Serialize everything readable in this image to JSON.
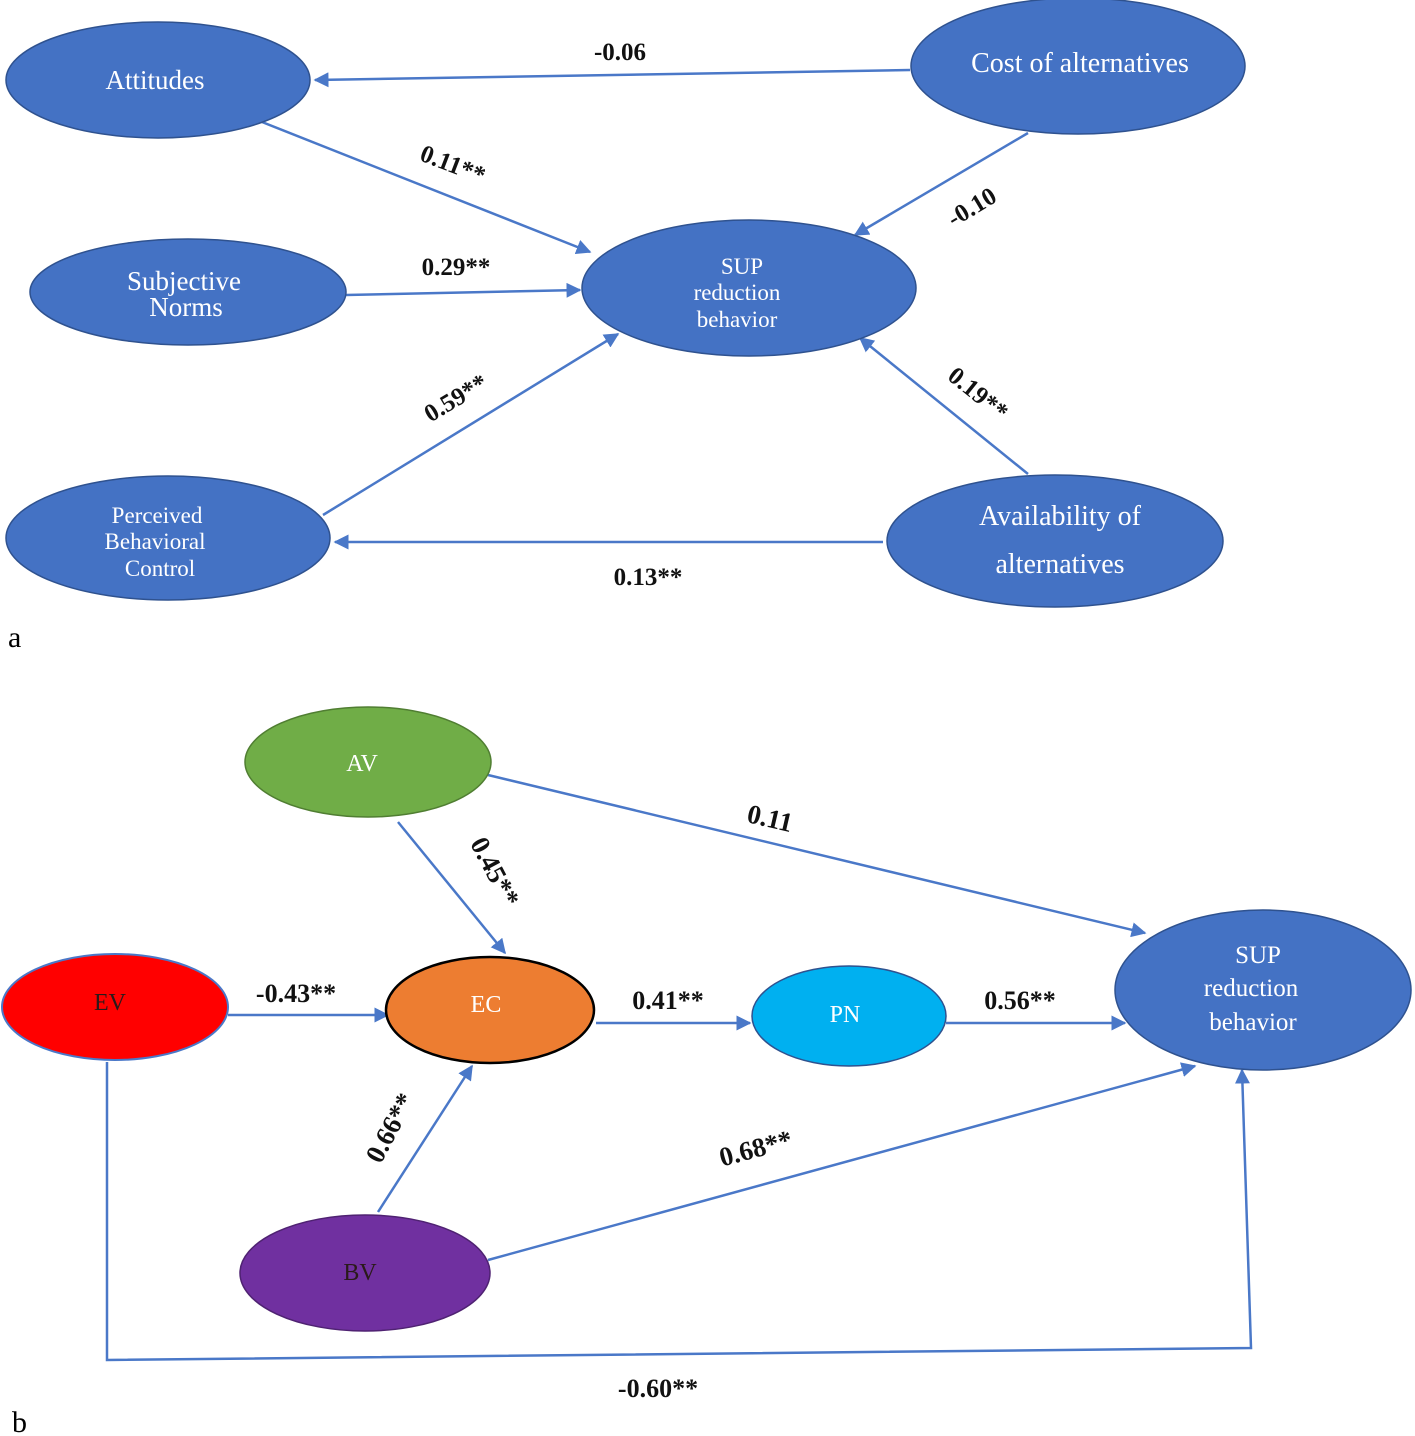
{
  "colors": {
    "node_blue": "#4472c4",
    "node_stroke": "#2f528f",
    "edge": "#4a78c8",
    "av": "#70ad47",
    "ev": "#ff0000",
    "ec": "#ed7d31",
    "pn": "#00b0f0",
    "bv": "#7030a0"
  },
  "panel_a": {
    "label": "a",
    "nodes": {
      "attitudes": "Attitudes",
      "cost": "Cost of alternatives",
      "subjective_1": "Subjective",
      "subjective_2": "Norms",
      "sup_1": "SUP",
      "sup_2": "reduction",
      "sup_3": "behavior",
      "pbc_1": "Perceived",
      "pbc_2": "Behavioral",
      "pbc_3": "Control",
      "avail_1": "Availability of",
      "avail_2": "alternatives"
    },
    "edges": {
      "cost_attitudes": "-0.06",
      "attitudes_sup": "0.11**",
      "cost_sup": "-0.10",
      "subjective_sup": "0.29**",
      "pbc_sup": "0.59**",
      "avail_sup": "0.19**",
      "avail_pbc": "0.13**"
    }
  },
  "panel_b": {
    "label": "b",
    "nodes": {
      "av": "AV",
      "ev": "EV",
      "ec": "EC",
      "pn": "PN",
      "bv": "BV",
      "sup_1": "SUP",
      "sup_2": "reduction",
      "sup_3": "behavior"
    },
    "edges": {
      "av_sup": "0.11",
      "av_ec": "0.45**",
      "ev_ec": "-0.43**",
      "ec_pn": "0.41**",
      "pn_sup": "0.56**",
      "bv_ec": "0.66**",
      "bv_sup": "0.68**",
      "ev_sup": "-0.60**"
    }
  }
}
